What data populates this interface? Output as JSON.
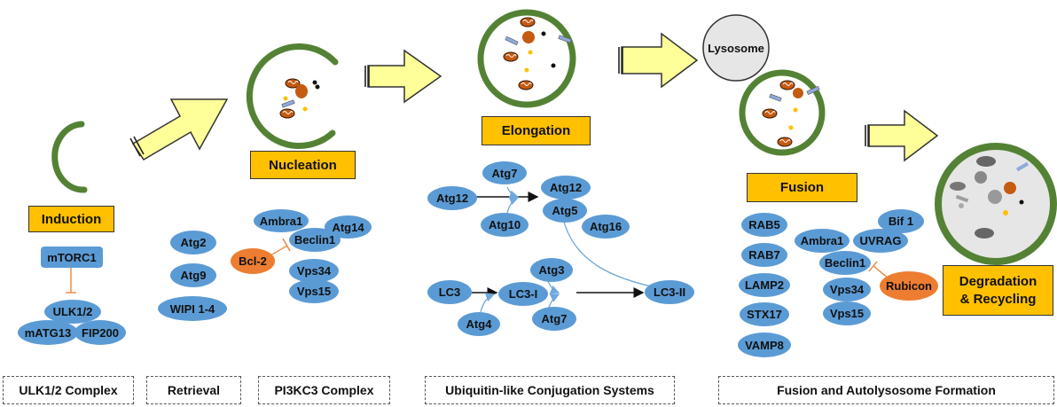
{
  "stages": {
    "induction": "Induction",
    "nucleation": "Nucleation",
    "elongation": "Elongation",
    "fusion": "Fusion",
    "degradation_line1": "Degradation",
    "degradation_line2": "& Recycling"
  },
  "lysosome": "Lysosome",
  "induction_proteins": {
    "mtorc1": "mTORC1",
    "ulk": "ULK1/2",
    "matg13": "mATG13",
    "fip200": "FIP200"
  },
  "retrieval_proteins": {
    "atg2": "Atg2",
    "atg9": "Atg9",
    "wipi": "WIPI 1-4"
  },
  "nucleation_proteins": {
    "ambra1": "Ambra1",
    "atg14": "Atg14",
    "beclin1": "Beclin1",
    "bcl2": "Bcl-2",
    "vps34": "Vps34",
    "vps15": "Vps15"
  },
  "conjugation_proteins": {
    "atg7_top": "Atg7",
    "atg12": "Atg12",
    "atg10": "Atg10",
    "atg12_complex": "Atg12",
    "atg5": "Atg5",
    "atg16": "Atg16",
    "lc3": "LC3",
    "atg4": "Atg4",
    "atg3": "Atg3",
    "lc3_i": "LC3-I",
    "atg7_bottom": "Atg7",
    "lc3_ii": "LC3-II"
  },
  "fusion_proteins": {
    "rab5": "RAB5",
    "rab7": "RAB7",
    "lamp2": "LAMP2",
    "stx17": "STX17",
    "vamp8": "VAMP8",
    "bif1": "Bif 1",
    "ambra1": "Ambra1",
    "uvrag": "UVRAG",
    "beclin1": "Beclin1",
    "rubicon": "Rubicon",
    "vps34": "Vps34",
    "vps15": "Vps15"
  },
  "complexes": {
    "ulk": "ULK1/2 Complex",
    "retrieval": "Retrieval",
    "pi3kc3": "PI3KC3 Complex",
    "ubiquitin": "Ubiquitin-like Conjugation Systems",
    "fusion": "Fusion and Autolysosome Formation"
  },
  "colors": {
    "protein": "#5b9bd5",
    "inhibitor": "#ed7d31",
    "stage_label": "#ffc000",
    "membrane": "#5a8a32",
    "arrow_fill": "#ffff99",
    "lysosome": "#e7e6e6"
  }
}
